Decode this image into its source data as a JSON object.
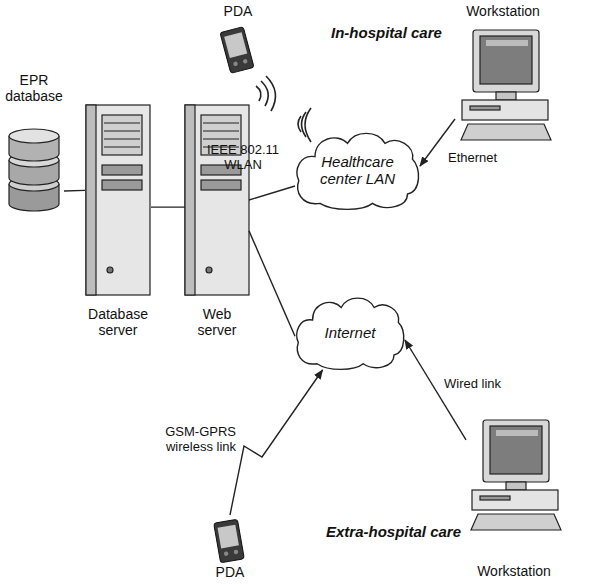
{
  "diagram": {
    "nodes": [
      {
        "text": [
          "PDA"
        ]
      },
      {
        "text": [
          "Workstation"
        ]
      },
      {
        "text": [
          "Healthcare center LAN"
        ]
      },
      {
        "text": [
          "EPR database"
        ]
      },
      {
        "text": [
          "Database server"
        ]
      },
      {
        "text": [
          "Web server"
        ]
      },
      {
        "text": [
          "Internet"
        ]
      },
      {
        "text": [
          "PDA"
        ]
      },
      {
        "text": [
          "Workstation"
        ]
      }
    ],
    "edges": [
      {
        "from": 1,
        "to": 2,
        "arrow": "to",
        "label": "Ethernet"
      },
      {
        "from": 3,
        "to": 4,
        "arrow": "none"
      },
      {
        "from": 4,
        "to": 5,
        "arrow": "none"
      },
      {
        "from": 5,
        "to": 2,
        "arrow": "none"
      },
      {
        "from": 5,
        "to": 6,
        "arrow": "none"
      },
      {
        "from": 8,
        "to": 6,
        "arrow": "to",
        "label": "Wired link"
      },
      {
        "from": 7,
        "to": 6,
        "arrow": "to",
        "label": "GSM-GPRS wireless link"
      }
    ],
    "labels": [
      "In-hospital care",
      "IEEE 802.11 WLAN",
      "Extra-hospital care"
    ]
  }
}
